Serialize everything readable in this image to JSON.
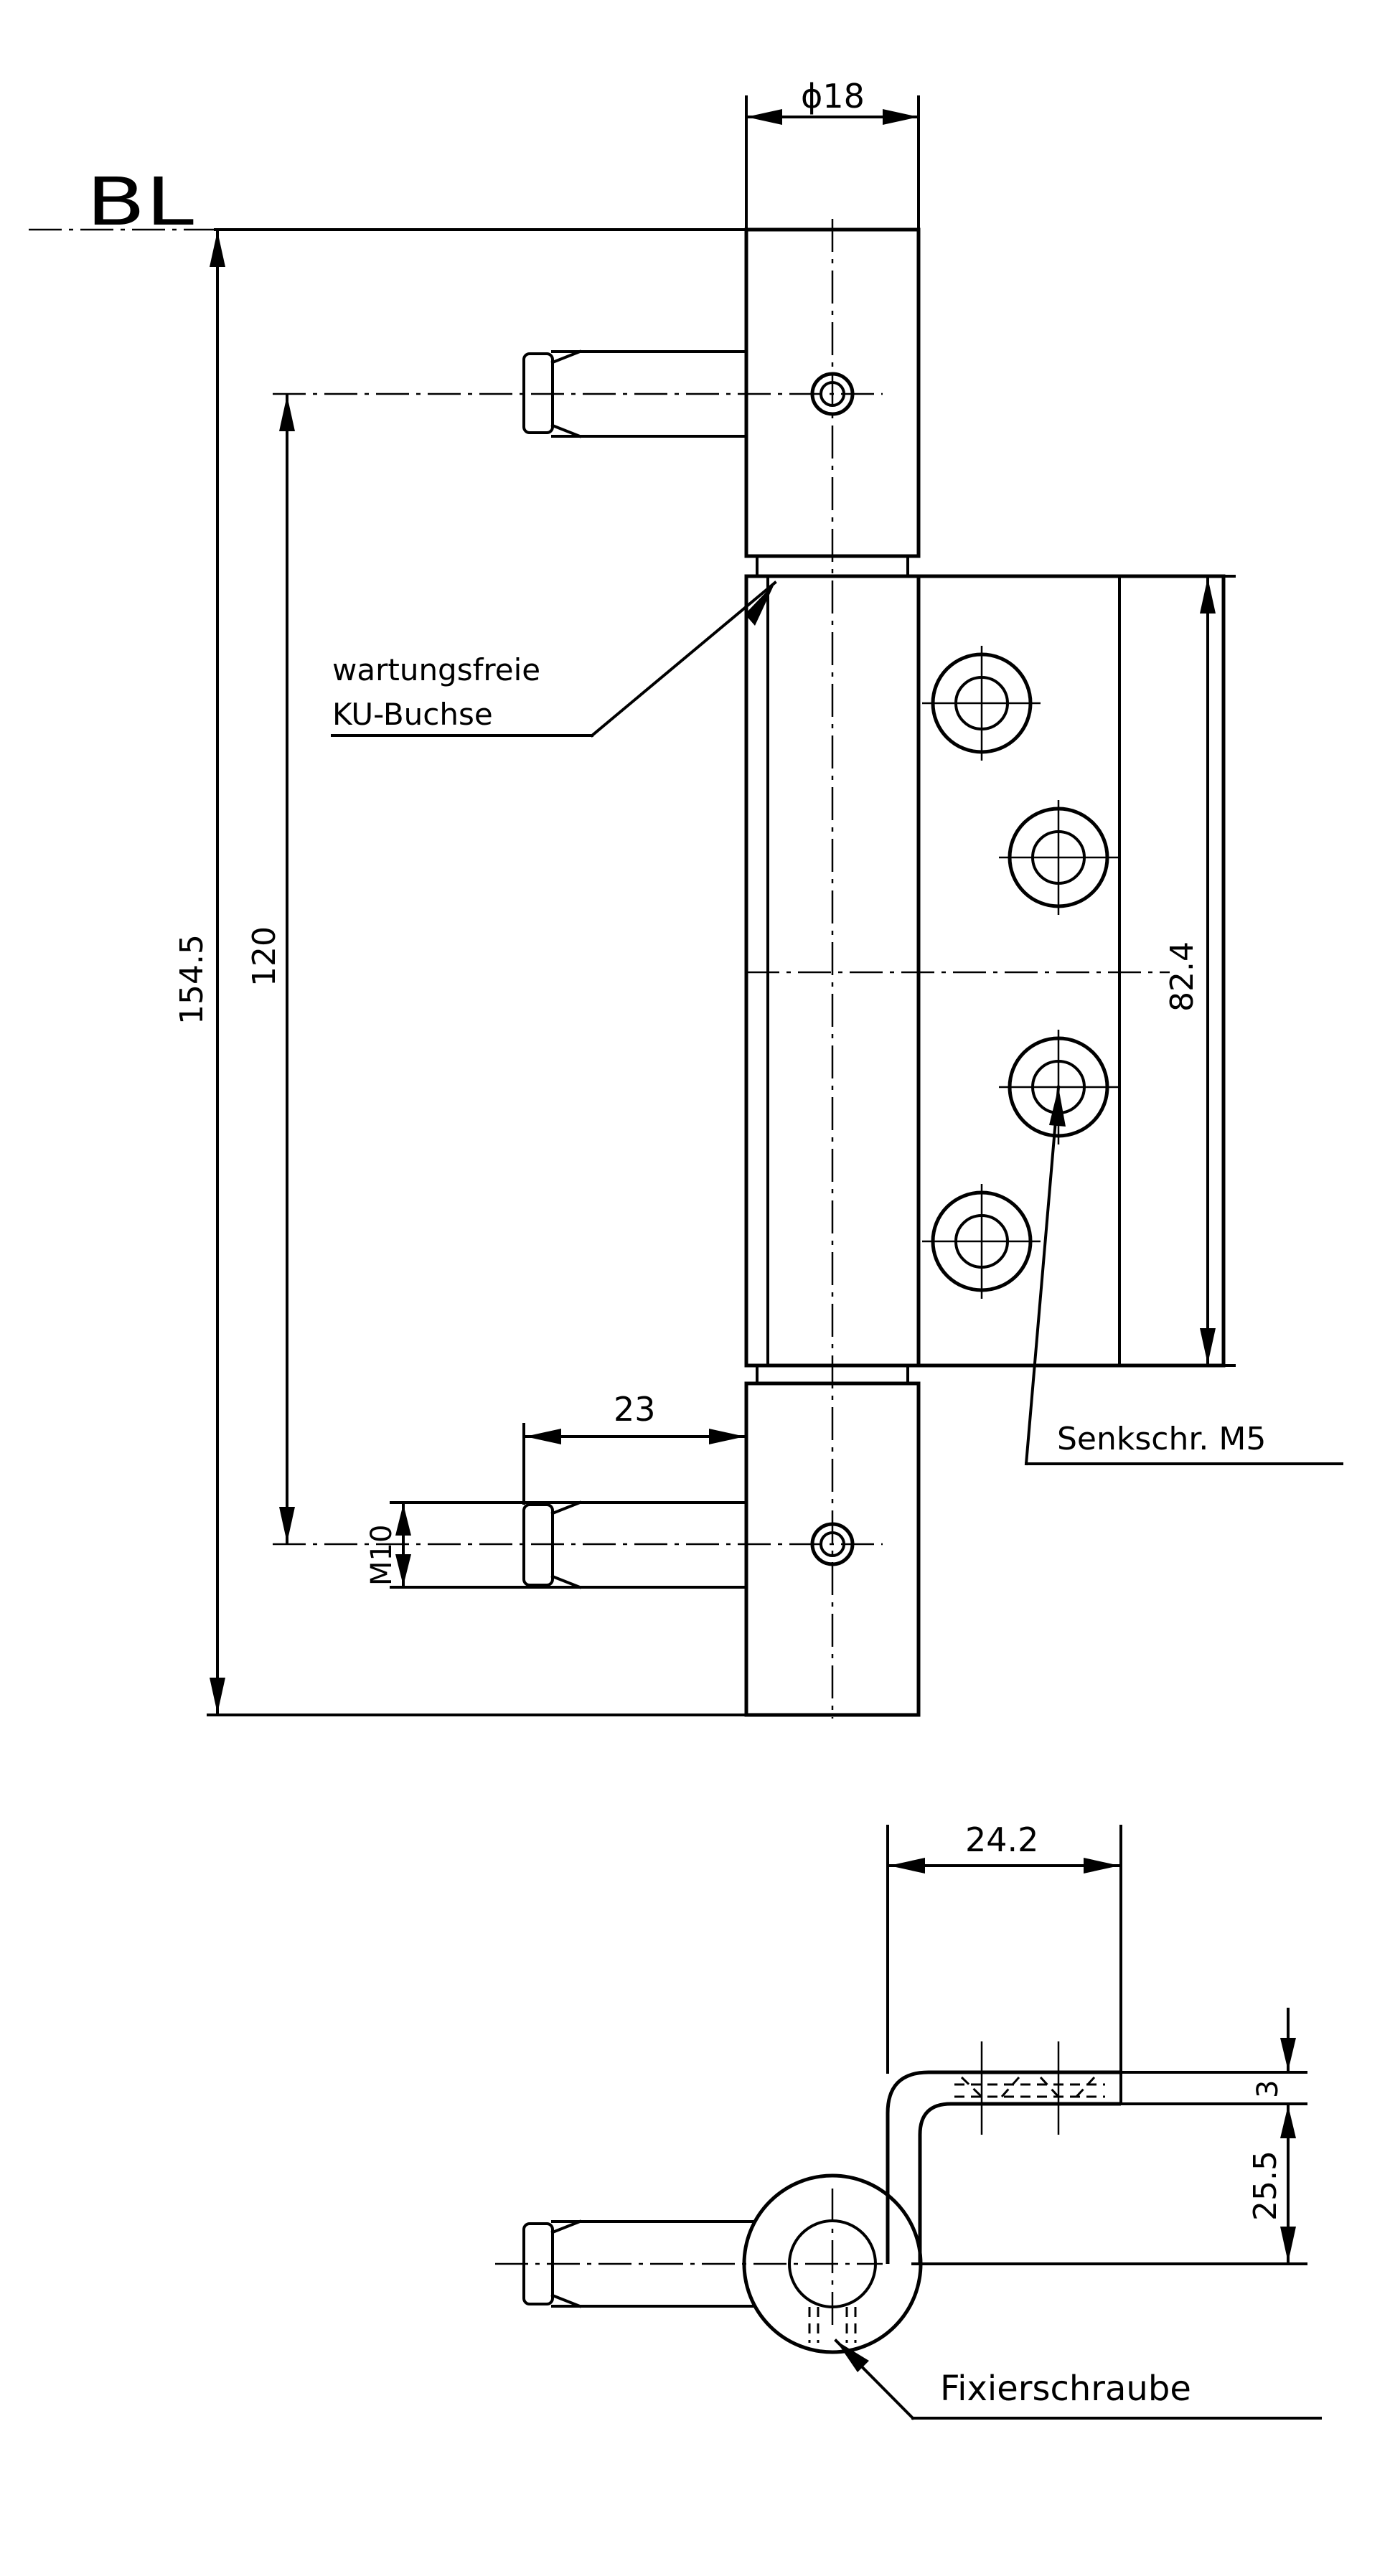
{
  "labels": {
    "bl": "BL",
    "dia_top": "ϕ18",
    "dim_overall": "154.5",
    "dim_pin_spacing": "120",
    "dim_leaf_height": "82.4",
    "dim_pin_length": "23",
    "dim_thread": "M10",
    "note_bushing_line1": "wartungsfreie",
    "note_bushing_line2": "KU-Buchse",
    "note_screw": "Senkschr. M5",
    "dim_width": "24.2",
    "dim_thickness": "3",
    "dim_offset": "25.5",
    "note_fix": "Fixierschraube"
  }
}
